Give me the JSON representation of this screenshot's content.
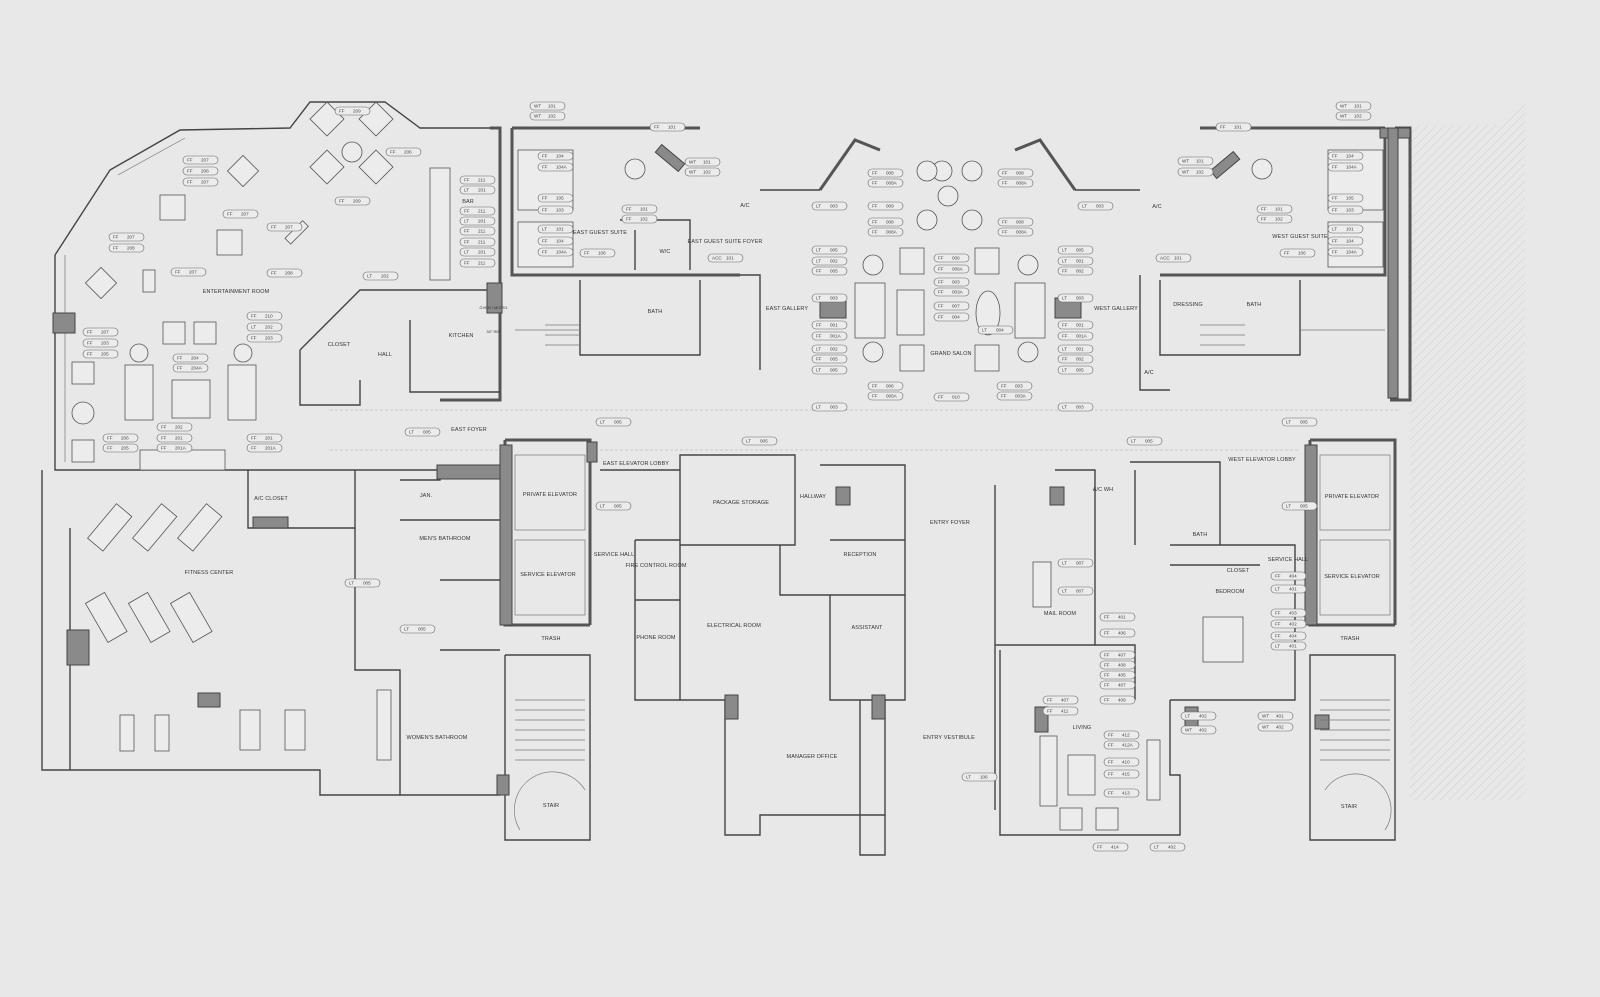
{
  "drawing": {
    "rooms": {
      "entertainment_room": "ENTERTAINMENT ROOM",
      "bar": "BAR",
      "closet_east": "CLOSET",
      "hall": "HALL",
      "kitchen": "KITCHEN",
      "oven_micro": "OVEN / MICRO.",
      "ref": "30\" REF",
      "east_foyer": "EAST FOYER",
      "ac_closet": "A/C CLOSET",
      "fitness_center": "FITNESS CENTER",
      "jan": "JAN.",
      "mens_bathroom": "MEN'S BATHROOM",
      "womens_bathroom": "WOMEN'S BATHROOM",
      "private_elevator_east": "PRIVATE ELEVATOR",
      "service_elevator_east": "SERVICE ELEVATOR",
      "trash_east": "TRASH",
      "stair_east": "STAIR",
      "east_guest_suite": "EAST GUEST SUITE",
      "wc": "W/C",
      "east_guest_suite_foyer": "EAST GUEST SUITE FOYER",
      "ac_east": "A/C",
      "bath_east": "BATH",
      "east_gallery": "EAST GALLERY",
      "grand_salon": "GRAND SALON",
      "west_gallery": "WEST GALLERY",
      "east_elevator_lobby": "EAST ELEVATOR LOBBY",
      "service_hall_east": "SERVICE HALL",
      "fire_control_room": "FIRE CONTROL ROOM",
      "phone_room": "PHONE ROOM",
      "package_storage": "PACKAGE STORAGE",
      "electrical_room": "ELECTRICAL ROOM",
      "manager_office": "MANAGER OFFICE",
      "hallway": "HALLWAY",
      "reception": "RECEPTION",
      "assistant": "ASSISTANT",
      "entry_foyer": "ENTRY FOYER",
      "entry_vestibule": "ENTRY VESTIBULE",
      "mail_room": "MAIL ROOM",
      "ac_wh": "A/C WH",
      "bath_apt": "BATH",
      "closet_apt": "CLOSET",
      "bedroom": "BEDROOM",
      "living": "LIVING",
      "west_elevator_lobby": "WEST ELEVATOR LOBBY",
      "service_hall_west": "SERVICE HALL",
      "private_elevator_west": "PRIVATE ELEVATOR",
      "service_elevator_west": "SERVICE ELEVATOR",
      "trash_west": "TRASH",
      "stair_west": "STAIR",
      "west_guest_suite": "WEST GUEST SUITE",
      "dressing": "DRESSING",
      "bath_west": "BATH",
      "ac_west_upper": "A/C",
      "ac_west_lower": "A/C"
    },
    "tags": [
      {
        "type": "FF",
        "code": "209"
      },
      {
        "type": "FF",
        "code": "206"
      },
      {
        "type": "FF",
        "code": "207"
      },
      {
        "type": "FF",
        "code": "208"
      },
      {
        "type": "FF",
        "code": "207"
      },
      {
        "type": "FF",
        "code": "207"
      },
      {
        "type": "FF",
        "code": "207"
      },
      {
        "type": "FF",
        "code": "207"
      },
      {
        "type": "FF",
        "code": "208"
      },
      {
        "type": "FF",
        "code": "207"
      },
      {
        "type": "FF",
        "code": "208"
      },
      {
        "type": "FF",
        "code": "209"
      },
      {
        "type": "FF",
        "code": "211"
      },
      {
        "type": "LT",
        "code": "201"
      },
      {
        "type": "FF",
        "code": "211"
      },
      {
        "type": "LT",
        "code": "201"
      },
      {
        "type": "FF",
        "code": "211"
      },
      {
        "type": "FF",
        "code": "211"
      },
      {
        "type": "LT",
        "code": "201"
      },
      {
        "type": "FF",
        "code": "211"
      },
      {
        "type": "LT",
        "code": "202"
      },
      {
        "type": "FF",
        "code": "210"
      },
      {
        "type": "LT",
        "code": "202"
      },
      {
        "type": "FF",
        "code": "203"
      },
      {
        "type": "FF",
        "code": "207"
      },
      {
        "type": "FF",
        "code": "203"
      },
      {
        "type": "FF",
        "code": "205"
      },
      {
        "type": "FF",
        "code": "204"
      },
      {
        "type": "FF",
        "code": "204A"
      },
      {
        "type": "FF",
        "code": "202"
      },
      {
        "type": "FF",
        "code": "201"
      },
      {
        "type": "FF",
        "code": "201A"
      },
      {
        "type": "FF",
        "code": "206"
      },
      {
        "type": "FF",
        "code": "205"
      },
      {
        "type": "FF",
        "code": "201"
      },
      {
        "type": "FF",
        "code": "201A"
      },
      {
        "type": "LT",
        "code": "005"
      },
      {
        "type": "LT",
        "code": "003"
      },
      {
        "type": "FF",
        "code": "008"
      },
      {
        "type": "FF",
        "code": "008A"
      },
      {
        "type": "FF",
        "code": "009"
      },
      {
        "type": "FF",
        "code": "008"
      },
      {
        "type": "FF",
        "code": "008A"
      },
      {
        "type": "FF",
        "code": "008"
      },
      {
        "type": "FF",
        "code": "008A"
      },
      {
        "type": "FF",
        "code": "008"
      },
      {
        "type": "FF",
        "code": "008A"
      },
      {
        "type": "LT",
        "code": "003"
      },
      {
        "type": "LT",
        "code": "005"
      },
      {
        "type": "LT",
        "code": "002"
      },
      {
        "type": "FF",
        "code": "005"
      },
      {
        "type": "LT",
        "code": "003"
      },
      {
        "type": "FF",
        "code": "001"
      },
      {
        "type": "FF",
        "code": "001A"
      },
      {
        "type": "LT",
        "code": "002"
      },
      {
        "type": "FF",
        "code": "005"
      },
      {
        "type": "LT",
        "code": "005"
      },
      {
        "type": "LT",
        "code": "003"
      },
      {
        "type": "FF",
        "code": "006"
      },
      {
        "type": "FF",
        "code": "006A"
      },
      {
        "type": "FF",
        "code": "003"
      },
      {
        "type": "FF",
        "code": "003A"
      },
      {
        "type": "FF",
        "code": "007"
      },
      {
        "type": "FF",
        "code": "004"
      },
      {
        "type": "LT",
        "code": "004"
      },
      {
        "type": "FF",
        "code": "006"
      },
      {
        "type": "FF",
        "code": "006A"
      },
      {
        "type": "FF",
        "code": "010"
      },
      {
        "type": "FF",
        "code": "003"
      },
      {
        "type": "FF",
        "code": "003A"
      },
      {
        "type": "LT",
        "code": "005"
      },
      {
        "type": "LT",
        "code": "001"
      },
      {
        "type": "FF",
        "code": "002"
      },
      {
        "type": "LT",
        "code": "003"
      },
      {
        "type": "FF",
        "code": "001"
      },
      {
        "type": "FF",
        "code": "001A"
      },
      {
        "type": "LT",
        "code": "001"
      },
      {
        "type": "FF",
        "code": "002"
      },
      {
        "type": "LT",
        "code": "005"
      },
      {
        "type": "LT",
        "code": "003"
      },
      {
        "type": "LT",
        "code": "005"
      },
      {
        "type": "LT",
        "code": "005"
      },
      {
        "type": "LT",
        "code": "005"
      },
      {
        "type": "LT",
        "code": "005"
      },
      {
        "type": "LT",
        "code": "005"
      },
      {
        "type": "LT",
        "code": "005"
      },
      {
        "type": "LT",
        "code": "005"
      },
      {
        "type": "LT",
        "code": "005"
      },
      {
        "type": "LT",
        "code": "007"
      },
      {
        "type": "LT",
        "code": "007"
      },
      {
        "type": "FF",
        "code": "401"
      },
      {
        "type": "FF",
        "code": "406"
      },
      {
        "type": "FF",
        "code": "407"
      },
      {
        "type": "FF",
        "code": "408"
      },
      {
        "type": "FF",
        "code": "405"
      },
      {
        "type": "FF",
        "code": "407"
      },
      {
        "type": "FF",
        "code": "407"
      },
      {
        "type": "FF",
        "code": "411"
      },
      {
        "type": "FF",
        "code": "409"
      },
      {
        "type": "FF",
        "code": "404"
      },
      {
        "type": "LT",
        "code": "401"
      },
      {
        "type": "FF",
        "code": "403"
      },
      {
        "type": "FF",
        "code": "402"
      },
      {
        "type": "FF",
        "code": "404"
      },
      {
        "type": "LT",
        "code": "401"
      },
      {
        "type": "LT",
        "code": "402"
      },
      {
        "type": "WT",
        "code": "402"
      },
      {
        "type": "WT",
        "code": "401"
      },
      {
        "type": "WT",
        "code": "402"
      },
      {
        "type": "FF",
        "code": "412"
      },
      {
        "type": "FF",
        "code": "412A"
      },
      {
        "type": "FF",
        "code": "410"
      },
      {
        "type": "FF",
        "code": "415"
      },
      {
        "type": "FF",
        "code": "413"
      },
      {
        "type": "FF",
        "code": "414"
      },
      {
        "type": "LT",
        "code": "402"
      },
      {
        "type": "LT",
        "code": "106"
      },
      {
        "type": "WT",
        "code": "101"
      },
      {
        "type": "WT",
        "code": "102"
      },
      {
        "type": "FF",
        "code": "101"
      },
      {
        "type": "WT",
        "code": "101"
      },
      {
        "type": "WT",
        "code": "102"
      },
      {
        "type": "FF",
        "code": "101"
      },
      {
        "type": "FF",
        "code": "102"
      },
      {
        "type": "ACC",
        "code": "101"
      },
      {
        "type": "FF",
        "code": "106"
      },
      {
        "type": "WT",
        "code": "101"
      },
      {
        "type": "WT",
        "code": "102"
      },
      {
        "type": "FF",
        "code": "101"
      },
      {
        "type": "WT",
        "code": "101"
      },
      {
        "type": "WT",
        "code": "102"
      },
      {
        "type": "FF",
        "code": "101"
      },
      {
        "type": "FF",
        "code": "102"
      },
      {
        "type": "ACC",
        "code": "101"
      },
      {
        "type": "FF",
        "code": "106"
      },
      {
        "type": "FF",
        "code": "104"
      },
      {
        "type": "FF",
        "code": "104A"
      },
      {
        "type": "FF",
        "code": "105"
      },
      {
        "type": "FF",
        "code": "103"
      },
      {
        "type": "LT",
        "code": "101"
      },
      {
        "type": "FF",
        "code": "104"
      },
      {
        "type": "FF",
        "code": "104A"
      },
      {
        "type": "FF",
        "code": "104"
      },
      {
        "type": "FF",
        "code": "104A"
      },
      {
        "type": "FF",
        "code": "105"
      },
      {
        "type": "FF",
        "code": "103"
      },
      {
        "type": "LT",
        "code": "101"
      },
      {
        "type": "FF",
        "code": "104"
      },
      {
        "type": "FF",
        "code": "104A"
      }
    ]
  }
}
